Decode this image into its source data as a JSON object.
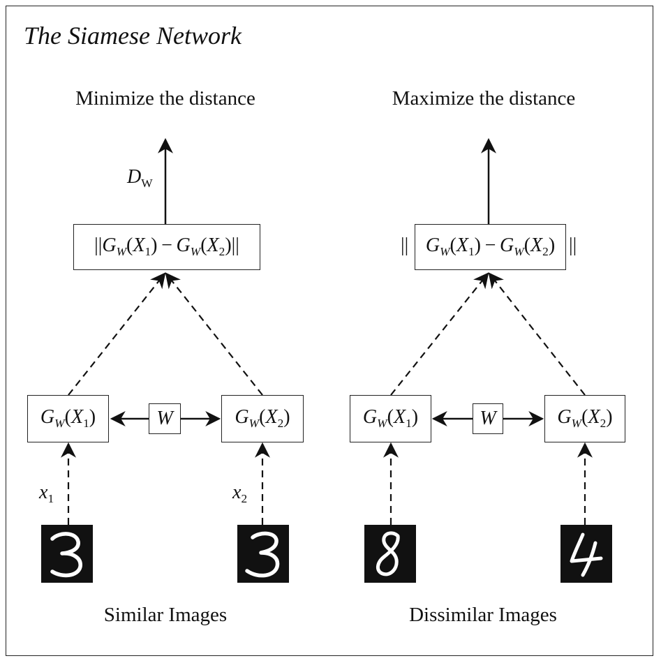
{
  "title": "The Siamese Network",
  "left": {
    "top_caption": "Minimize the distance",
    "output_label": "D",
    "output_label_sub": "W",
    "distance_box": "||G_W(X_1) − G_W(X_2)||",
    "branch1_box": "G_W(X_1)",
    "branch2_box": "G_W(X_2)",
    "shared_weight": "W",
    "input1_label": "x",
    "input1_sub": "1",
    "input2_label": "x",
    "input2_sub": "2",
    "image1_digit": "3",
    "image2_digit": "3",
    "bottom_caption": "Similar Images"
  },
  "right": {
    "top_caption": "Maximize the distance",
    "distance_box": "|| G_W(X_1) − G_W(X_2) ||",
    "branch1_box": "G_W(X_1)",
    "branch2_box": "G_W(X_2)",
    "shared_weight": "W",
    "image1_digit": "8",
    "image2_digit": "4",
    "bottom_caption": "Dissimilar Images"
  }
}
